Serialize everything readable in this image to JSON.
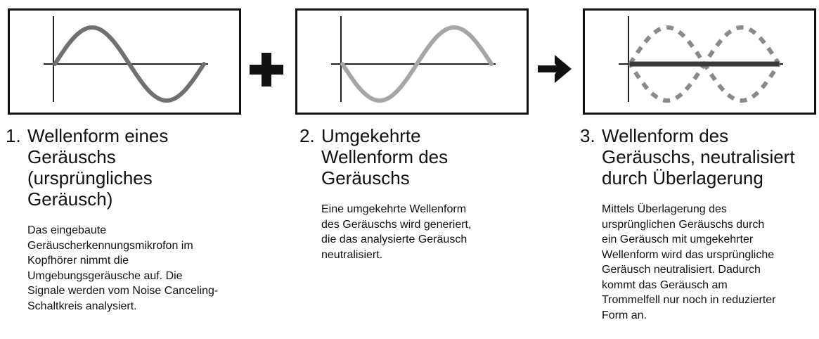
{
  "colors": {
    "frame": "#111111",
    "axis": "#222222",
    "wave_original": "#707070",
    "wave_inverted": "#a6a6a6",
    "neutral_line": "#3a3a3a",
    "dotted_wave": "#8a8a8a"
  },
  "operators": {
    "plus": "plus-icon",
    "arrow": "arrow-right-icon"
  },
  "panels": [
    {
      "number": "1.",
      "title": "Wellenform eines\nGeräuschs\n(ursprüngliches\nGeräusch)",
      "description": "Das eingebaute\nGeräuscherkennungsmikrofon im\nKopfhörer nimmt die\nUmgebungsgeräusche auf. Die\nSignale werden vom Noise Canceling-\nSchaltkreis analysiert."
    },
    {
      "number": "2.",
      "title": "Umgekehrte\nWellenform des\nGeräuschs",
      "description": "Eine umgekehrte Wellenform\ndes Geräuschs wird generiert,\ndie das analysierte Geräusch\nneutralisiert."
    },
    {
      "number": "3.",
      "title": "Wellenform des\nGeräuschs, neutralisiert\ndurch Überlagerung",
      "description": "Mittels Überlagerung des\nursprünglichen Geräuschs durch\nein Geräusch mit umgekehrter\nWellenform wird das ursprüngliche\nGeräusch neutralisiert. Dadurch\nkommt das Geräusch am\nTrommelfell nur noch in reduzierter\nForm an."
    }
  ]
}
